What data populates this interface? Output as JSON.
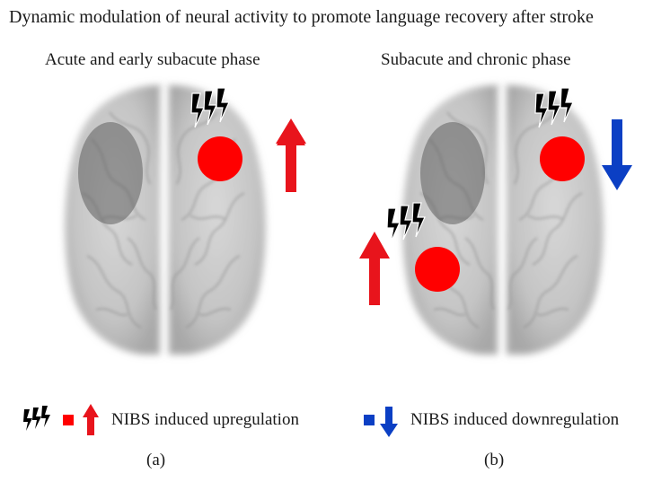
{
  "title": "Dynamic modulation of neural activity to promote language recovery after stroke",
  "panels": [
    {
      "id": "a",
      "label": "Acute and early subacute phase",
      "caption": "(a)"
    },
    {
      "id": "b",
      "label": "Subacute and chronic phase",
      "caption": "(b)"
    }
  ],
  "legend": {
    "upregulation": "NIBS induced upregulation",
    "downregulation": "NIBS induced downregulation"
  },
  "colors": {
    "stimulation": "#ff0000",
    "upregulation": "#e8141c",
    "downregulation": "#0b3fc4",
    "lesion": "#6b6b6b",
    "brain": "#c9c9c9"
  },
  "icons": {
    "stimulation": "lightning-bolts-icon",
    "up": "arrow-up-icon",
    "down": "arrow-down-icon"
  }
}
